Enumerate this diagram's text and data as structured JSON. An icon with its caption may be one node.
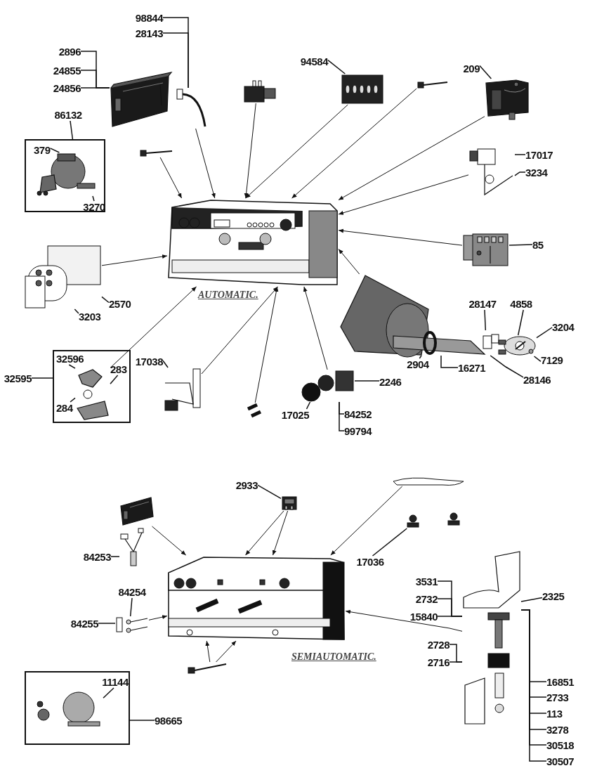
{
  "diagram": {
    "nodes": [
      {
        "text": [
          "98844"
        ]
      },
      {
        "text": [
          "28143"
        ]
      },
      {
        "text": [
          "2896"
        ]
      },
      {
        "text": [
          "24855"
        ]
      },
      {
        "text": [
          "24856"
        ]
      },
      {
        "text": [
          "86132"
        ]
      },
      {
        "text": [],
        "shape": "box"
      },
      {
        "text": [
          "379"
        ],
        "in": 6
      },
      {
        "text": [
          "3270"
        ],
        "in": 6
      },
      {
        "text": [
          "94584"
        ]
      },
      {
        "text": [
          "209"
        ]
      },
      {
        "text": [
          "17017"
        ]
      },
      {
        "text": [
          "3234"
        ]
      },
      {
        "text": [
          "85"
        ]
      },
      {
        "text": [
          "2570"
        ]
      },
      {
        "text": [
          "3203"
        ]
      },
      {
        "text": [
          "32595"
        ]
      },
      {
        "text": [],
        "shape": "box"
      },
      {
        "text": [
          "32596"
        ],
        "in": 17
      },
      {
        "text": [
          "283"
        ],
        "in": 17
      },
      {
        "text": [
          "284"
        ],
        "in": 17
      },
      {
        "text": [
          "17038"
        ]
      },
      {
        "text": [
          "28147"
        ]
      },
      {
        "text": [
          "4858"
        ]
      },
      {
        "text": [
          "3204"
        ]
      },
      {
        "text": [
          "2904"
        ]
      },
      {
        "text": [
          "16271"
        ]
      },
      {
        "text": [
          "7129"
        ]
      },
      {
        "text": [
          "28146"
        ]
      },
      {
        "text": [
          "2246"
        ]
      },
      {
        "text": [
          "17025"
        ]
      },
      {
        "text": [
          "84252"
        ]
      },
      {
        "text": [
          "99794"
        ]
      },
      {
        "text": [
          "2933"
        ]
      },
      {
        "text": [
          "84253"
        ]
      },
      {
        "text": [
          "84254"
        ]
      },
      {
        "text": [
          "84255"
        ]
      },
      {
        "text": [],
        "shape": "box"
      },
      {
        "text": [
          "11144"
        ],
        "in": 37
      },
      {
        "text": [
          "98665"
        ]
      },
      {
        "text": [
          "17036"
        ]
      },
      {
        "text": [
          "3531"
        ]
      },
      {
        "text": [
          "2732"
        ]
      },
      {
        "text": [
          "15840"
        ]
      },
      {
        "text": [
          "2325"
        ]
      },
      {
        "text": [
          "2728"
        ]
      },
      {
        "text": [
          "2716"
        ]
      },
      {
        "text": [
          "16851"
        ]
      },
      {
        "text": [
          "2733"
        ]
      },
      {
        "text": [
          "113"
        ]
      },
      {
        "text": [
          "3278"
        ]
      },
      {
        "text": [
          "30518"
        ]
      },
      {
        "text": [
          "30507"
        ]
      },
      {
        "text": [],
        "shape": "picture"
      },
      {
        "text": [],
        "shape": "picture"
      },
      {
        "text": [],
        "shape": "picture"
      },
      {
        "text": [],
        "shape": "picture"
      },
      {
        "text": [],
        "shape": "picture"
      },
      {
        "text": [],
        "shape": "picture"
      },
      {
        "text": [],
        "shape": "picture"
      },
      {
        "text": [],
        "shape": "picture"
      },
      {
        "text": [],
        "shape": "picture"
      },
      {
        "text": [],
        "shape": "picture"
      },
      {
        "text": [],
        "shape": "picture",
        "in": 6
      },
      {
        "text": [],
        "shape": "picture"
      },
      {
        "text": [],
        "shape": "picture"
      },
      {
        "text": [],
        "shape": "picture"
      },
      {
        "text": [],
        "shape": "picture"
      },
      {
        "text": [],
        "shape": "picture",
        "in": 17
      },
      {
        "text": [],
        "shape": "picture"
      },
      {
        "text": [],
        "shape": "picture"
      },
      {
        "text": [],
        "shape": "picture"
      },
      {
        "text": [],
        "shape": "picture"
      },
      {
        "text": [],
        "shape": "picture"
      },
      {
        "text": [],
        "shape": "picture"
      },
      {
        "text": [],
        "shape": "picture"
      },
      {
        "text": [],
        "shape": "picture"
      },
      {
        "text": [],
        "shape": "picture"
      },
      {
        "text": [],
        "shape": "picture"
      },
      {
        "text": [],
        "shape": "picture"
      },
      {
        "text": [],
        "shape": "picture",
        "in": 37
      },
      {
        "text": [],
        "shape": "picture"
      }
    ],
    "edges": [
      {
        "from": 0,
        "to": 54,
        "arrow": "none"
      },
      {
        "from": 1,
        "to": 54,
        "arrow": "none"
      },
      {
        "from": 2,
        "to": 53,
        "arrow": "none"
      },
      {
        "from": 3,
        "to": 53,
        "arrow": "none"
      },
      {
        "from": 4,
        "to": 53,
        "arrow": "none"
      },
      {
        "from": 5,
        "to": 6,
        "arrow": "none"
      },
      {
        "from": 7,
        "to": 63,
        "arrow": "none"
      },
      {
        "from": 8,
        "to": 63,
        "arrow": "none"
      },
      {
        "from": 9,
        "to": 56,
        "arrow": "none"
      },
      {
        "from": 10,
        "to": 58,
        "arrow": "none"
      },
      {
        "from": 11,
        "to": 59,
        "arrow": "none"
      },
      {
        "from": 12,
        "to": 59,
        "arrow": "none"
      },
      {
        "from": 13,
        "to": 61,
        "arrow": "none"
      },
      {
        "from": 14,
        "to": 64,
        "arrow": "none"
      },
      {
        "from": 15,
        "to": 64,
        "arrow": "none"
      },
      {
        "from": 16,
        "to": 17,
        "arrow": "none"
      },
      {
        "from": 18,
        "to": 68,
        "arrow": "none"
      },
      {
        "from": 19,
        "to": 68,
        "arrow": "none"
      },
      {
        "from": 20,
        "to": 68,
        "arrow": "none"
      },
      {
        "from": 21,
        "to": 69,
        "arrow": "none"
      },
      {
        "from": 22,
        "to": 66,
        "arrow": "none"
      },
      {
        "from": 23,
        "to": 67,
        "arrow": "none"
      },
      {
        "from": 24,
        "to": 67,
        "arrow": "none"
      },
      {
        "from": 25,
        "to": 66,
        "arrow": "none"
      },
      {
        "from": 26,
        "to": 66,
        "arrow": "none"
      },
      {
        "from": 27,
        "to": 67,
        "arrow": "none"
      },
      {
        "from": 28,
        "to": 66,
        "arrow": "none"
      },
      {
        "from": 29,
        "to": 71,
        "arrow": "none"
      },
      {
        "from": 30,
        "to": 71,
        "arrow": "none"
      },
      {
        "from": 31,
        "to": 71,
        "arrow": "none"
      },
      {
        "from": 32,
        "to": 71,
        "arrow": "none"
      },
      {
        "from": 33,
        "to": 74,
        "arrow": "none"
      },
      {
        "from": 34,
        "to": 73,
        "arrow": "none"
      },
      {
        "from": 35,
        "to": 78,
        "arrow": "none"
      },
      {
        "from": 36,
        "to": 78,
        "arrow": "none"
      },
      {
        "from": 38,
        "to": 80,
        "arrow": "none"
      },
      {
        "from": 39,
        "to": 37,
        "arrow": "none"
      },
      {
        "from": 40,
        "to": 76,
        "arrow": "none"
      },
      {
        "from": 41,
        "to": 81,
        "arrow": "none"
      },
      {
        "from": 42,
        "to": 81,
        "arrow": "none"
      },
      {
        "from": 43,
        "to": 81,
        "arrow": "none"
      },
      {
        "from": 44,
        "to": 81,
        "arrow": "none"
      },
      {
        "from": 45,
        "to": 81,
        "arrow": "none"
      },
      {
        "from": 46,
        "to": 81,
        "arrow": "none"
      },
      {
        "from": 47,
        "to": 81,
        "arrow": "none"
      },
      {
        "from": 48,
        "to": 81,
        "arrow": "none"
      },
      {
        "from": 49,
        "to": 81,
        "arrow": "none"
      },
      {
        "from": 50,
        "to": 81,
        "arrow": "none"
      },
      {
        "from": 51,
        "to": 81,
        "arrow": "none"
      },
      {
        "from": 52,
        "to": 81,
        "arrow": "none"
      },
      {
        "from": 54,
        "to": 60,
        "arrow": "to"
      },
      {
        "from": 55,
        "to": 60,
        "arrow": "to"
      },
      {
        "from": 56,
        "to": 60,
        "arrow": "to"
      },
      {
        "from": 57,
        "to": 60,
        "arrow": "to"
      },
      {
        "from": 58,
        "to": 60,
        "arrow": "to"
      },
      {
        "from": 59,
        "to": 60,
        "arrow": "to"
      },
      {
        "from": 61,
        "to": 60,
        "arrow": "to"
      },
      {
        "from": 65,
        "to": 60,
        "arrow": "to"
      },
      {
        "from": 62,
        "to": 60,
        "arrow": "to"
      },
      {
        "from": 64,
        "to": 60,
        "arrow": "to"
      },
      {
        "from": 68,
        "to": 60,
        "arrow": "to"
      },
      {
        "from": 69,
        "to": 60,
        "arrow": "to"
      },
      {
        "from": 70,
        "to": 60,
        "arrow": "to"
      },
      {
        "from": 71,
        "to": 60,
        "arrow": "to"
      },
      {
        "from": 72,
        "to": 77,
        "arrow": "to"
      },
      {
        "from": 74,
        "to": 77,
        "arrow": "to"
      },
      {
        "from": 74,
        "to": 77,
        "arrow": "to"
      },
      {
        "from": 75,
        "to": 77,
        "arrow": "to"
      },
      {
        "from": 78,
        "to": 77,
        "arrow": "to"
      },
      {
        "from": 79,
        "to": 77,
        "arrow": "to"
      },
      {
        "from": 79,
        "to": 77,
        "arrow": "to"
      },
      {
        "from": 81,
        "to": 77,
        "arrow": "to"
      }
    ],
    "labels": [
      "AUTOMATIC.",
      "SEMIAUTOMATIC."
    ]
  }
}
